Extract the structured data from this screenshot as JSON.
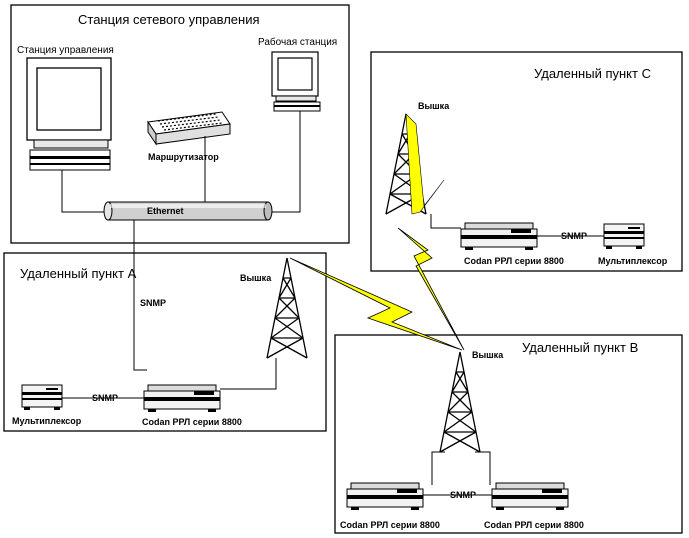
{
  "station": {
    "title": "Станция сетевого управления",
    "control_label": "Станция управления",
    "workstation_label": "Рабочая станция",
    "router_label": "Маршрутизатор",
    "ethernet_label": "Ethernet"
  },
  "site_a": {
    "title": "Удаленный пункт A",
    "snmp_vertical": "SNMP",
    "tower_label": "Вышка",
    "snmp_link": "SNMP",
    "mux_label": "Мультиплексор",
    "radio_label": "Codan РРЛ серии 8800"
  },
  "site_b": {
    "title": "Удаленный пункт B",
    "tower_label": "Вышка",
    "snmp_link": "SNMP",
    "radio1_label": "Codan РРЛ серии 8800",
    "radio2_label": "Codan РРЛ серии 8800"
  },
  "site_c": {
    "title": "Удаленный пункт C",
    "tower_label": "Вышка",
    "snmp_link": "SNMP",
    "radio_label": "Codan РРЛ серии 8800",
    "mux_label": "Мультиплексор"
  },
  "colors": {
    "link": "#ffff00",
    "frame": "#000000"
  }
}
